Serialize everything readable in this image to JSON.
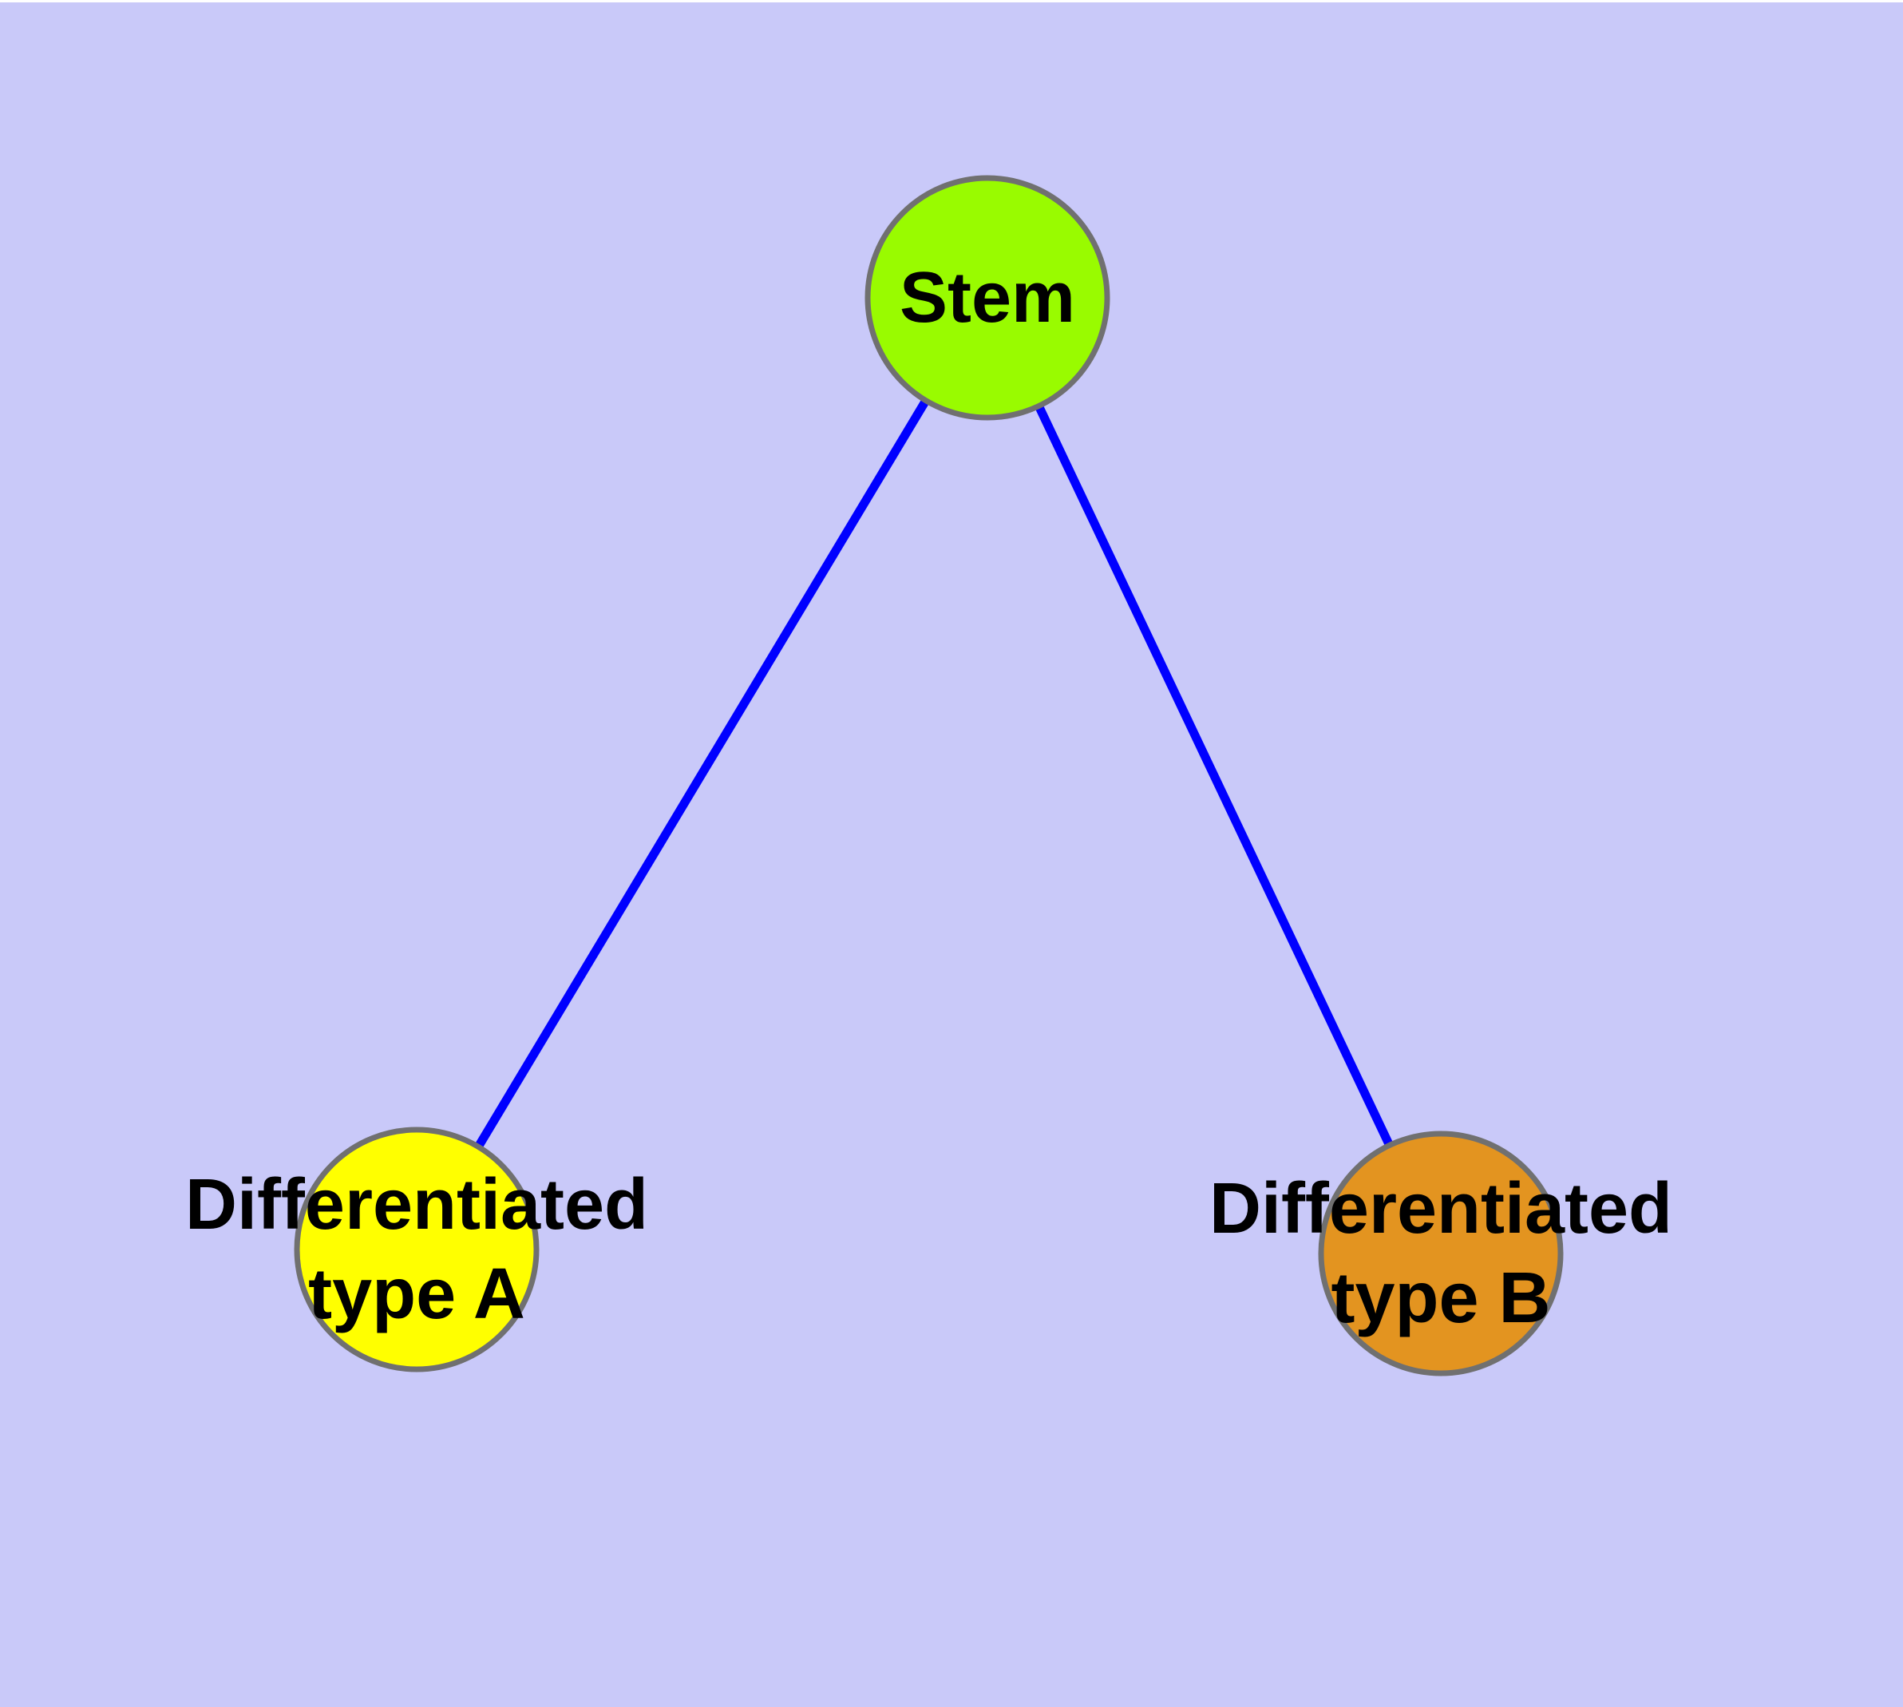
{
  "background": "#c9c9f9",
  "top_strip_color": "#ffffff",
  "colors": {
    "edge": "#0000ff",
    "node_border": "#707070",
    "label_text": "#000000"
  },
  "graph": {
    "nodes": {
      "stem": {
        "label": "Stem",
        "fill": "#99fb00"
      },
      "type_a": {
        "label_lines": [
          "Differentiated",
          "type A"
        ],
        "fill": "#ffff00"
      },
      "type_b": {
        "label_lines": [
          "Differentiated",
          "type B"
        ],
        "fill": "#e39420"
      }
    },
    "edges": [
      {
        "from": "stem",
        "to": "type_a"
      },
      {
        "from": "stem",
        "to": "type_b"
      }
    ]
  }
}
